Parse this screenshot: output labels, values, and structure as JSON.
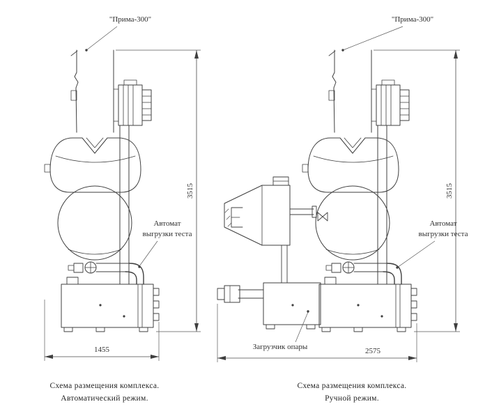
{
  "drawing": {
    "ink_color": "#3f3f3f",
    "background": "#ffffff"
  },
  "left_view": {
    "machine_title": "\"Прима-300\"",
    "height_dim": "3515",
    "width_dim": "1455",
    "discharge_label_line1": "Автомат",
    "discharge_label_line2": "выгрузки теста",
    "caption_line1": "Схема размещения комплекса.",
    "caption_line2": "Автоматический режим."
  },
  "right_view": {
    "machine_title": "\"Прима-300\"",
    "height_dim": "3515",
    "width_dim": "2575",
    "discharge_label_line1": "Автомат",
    "discharge_label_line2": "выгрузки теста",
    "loader_label": "Загрузчик опары",
    "caption_line1": "Схема размещения комплекса.",
    "caption_line2": "Ручной режим."
  }
}
